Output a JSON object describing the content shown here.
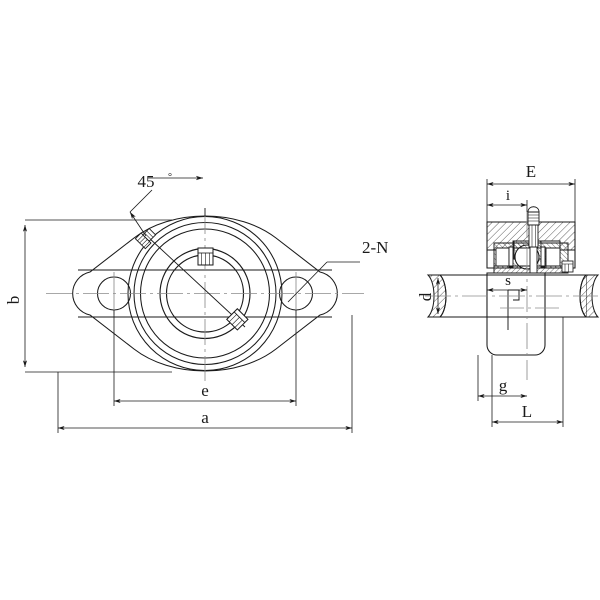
{
  "drawing": {
    "title": "2-Bolt Flange Bearing Unit Technical Drawing",
    "type": "engineering-drawing",
    "background_color": "#ffffff",
    "line_color": "#1a1a1a",
    "center_line_color": "#808080",
    "hatch_color": "#1a1a1a",
    "views": {
      "front": {
        "name": "front-view",
        "description": "Rhombic two-bolt flange housing with concentric bearing bores and two set screws"
      },
      "side": {
        "name": "side-section-view",
        "description": "Sectioned side elevation showing insert bearing, balls, grease nipple, set screw and shaft"
      }
    },
    "dimension_labels": {
      "angle": "45",
      "angle_unit": "°",
      "bolt_callout": "2-N",
      "height_b": "b",
      "bolt_span_e": "e",
      "overall_a": "a",
      "width_E": "E",
      "offset_i": "i",
      "shaft_d": "d",
      "setback_s": "s",
      "grip_g": "g",
      "length_L": "L"
    }
  }
}
